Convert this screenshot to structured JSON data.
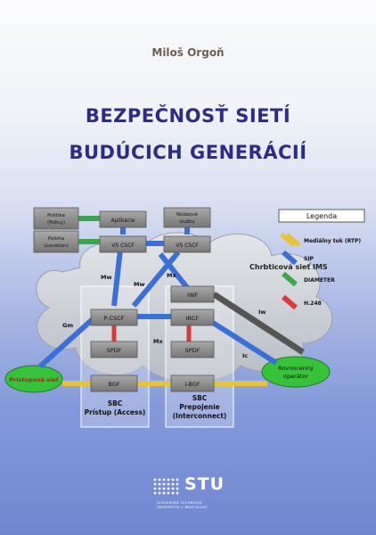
{
  "author": "Miloš Orgoň",
  "title_line1": "BEZPEČNOSŤ SIETÍ",
  "title_line2": "BUDÚCICH GENERÁCIÍ",
  "diagram": {
    "boxes": {
      "politika": [
        "Politika",
        "(Policy)"
      ],
      "poloha": [
        "Poloha",
        "(Location)"
      ],
      "aplikacie": "Aplikácie",
      "nudzove": [
        "Núdzové",
        "služby"
      ],
      "vs_cscf_1": "VS CSCF",
      "vs_cscf_2": "VS CSCF",
      "iwf": "IWF",
      "pcscf": "P-CSCF",
      "ibcf": "IBCF",
      "spdf1": "SPDF",
      "spdf2": "SPDF",
      "bgf": "BGF",
      "ibgf": "I-BGF"
    },
    "cloud_label": "Chrbticová sieť IMS",
    "access_cloud": "Prístupová sieť",
    "partner_cloud": [
      "Rovnocenný",
      "operátor"
    ],
    "iface": {
      "mw1": "Mw",
      "mw2": "Mw",
      "mx1": "Mx",
      "mx2": "Mx",
      "gm": "Gm",
      "iw": "Iw",
      "ic": "Ic"
    },
    "sbc_access": [
      "SBC",
      "Prístup (Access)"
    ],
    "sbc_inter": [
      "SBC",
      "Prepojenie",
      "(Interconnect)"
    ],
    "legend": {
      "title": "Legenda",
      "items": [
        {
          "label": "Mediálny tok (RTP)",
          "color": "#e8c23a"
        },
        {
          "label": "SIP",
          "color": "#3a6fd8"
        },
        {
          "label": "DIAMETER",
          "color": "#3aa64a"
        },
        {
          "label": "H.248",
          "color": "#d83a3a"
        }
      ]
    }
  },
  "logo": {
    "text": "STU",
    "sub_line1": "Slovenská technická",
    "sub_line2": "univerzita v Bratislave"
  },
  "colors": {
    "title": "#2d2b86",
    "author": "#6d5f55",
    "box": "#8a8a8a",
    "cloud": "#c9ccd3",
    "sip": "#3a6fd8",
    "rtp": "#e8c23a",
    "diameter": "#3aa64a",
    "h248": "#d83a3a",
    "access_cloud": "#39c43a"
  }
}
